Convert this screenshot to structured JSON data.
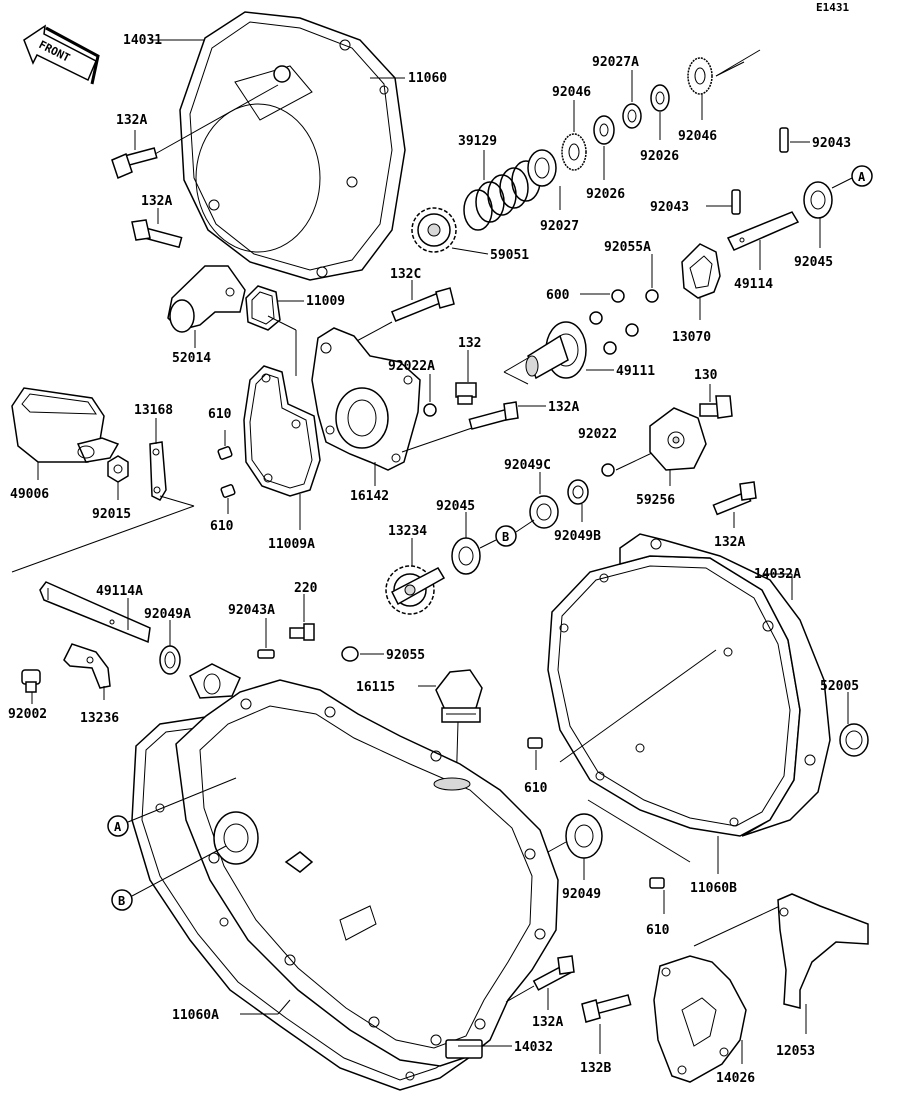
{
  "diagram_code": "E1431",
  "front_label": "FRONT",
  "callouts": {
    "a": "A",
    "b": "B"
  },
  "labels": {
    "p14031": "14031",
    "p11060": "11060",
    "p132a_1": "132A",
    "p132a_2": "132A",
    "p132a_3": "132A",
    "p132a_4": "132A",
    "p132a_5": "132A",
    "p52014": "52014",
    "p11009": "11009",
    "p132c": "132C",
    "p132": "132",
    "p92022a": "92022A",
    "p16142": "16142",
    "p13168": "13168",
    "p610_1": "610",
    "p610_2": "610",
    "p610_3": "610",
    "p610_4": "610",
    "p49006": "49006",
    "p92015": "92015",
    "p11009a": "11009A",
    "p39129": "39129",
    "p92046_1": "92046",
    "p92046_2": "92046",
    "p92027a": "92027A",
    "p92026_1": "92026",
    "p92026_2": "92026",
    "p92027": "92027",
    "p59051": "59051",
    "p92043_1": "92043",
    "p92043_2": "92043",
    "p92045_1": "92045",
    "p92045_2": "92045",
    "p49114": "49114",
    "p92055a": "92055A",
    "p600": "600",
    "p13070": "13070",
    "p49111": "49111",
    "p130": "130",
    "p92022": "92022",
    "p59256": "59256",
    "p92049c": "92049C",
    "p92049b": "92049B",
    "p13234": "13234",
    "p49114a": "49114A",
    "p92049a": "92049A",
    "p92043a": "92043A",
    "p220": "220",
    "p92055": "92055",
    "p16115": "16115",
    "p92002": "92002",
    "p13236": "13236",
    "p14032a": "14032A",
    "p52005": "52005",
    "p92049": "92049",
    "p11060b": "11060B",
    "p11060a": "11060A",
    "p14032": "14032",
    "p132b": "132B",
    "p14026": "14026",
    "p12053": "12053"
  }
}
